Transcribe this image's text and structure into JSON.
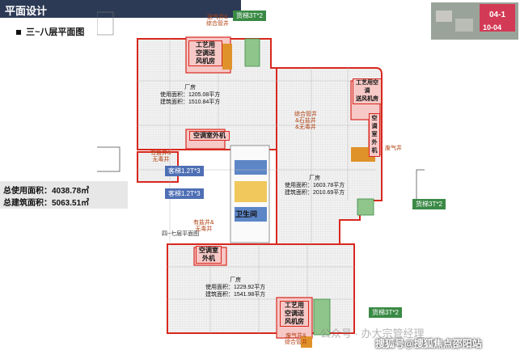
{
  "header": {
    "title": "平面设计"
  },
  "subtitle": "三~八层平面图",
  "thumbnail": {
    "label_top": "04-1",
    "label_bottom": "10-04"
  },
  "summary": {
    "total_use": "总使用面积：4038.78㎡",
    "total_build": "总建筑面积：5063.51㎡"
  },
  "elevators": {
    "freight_top": "货梯3T*2",
    "freight_right": "货梯3T*2",
    "freight_bottom": "货梯3T*2",
    "passenger_1": "客梯1.2T*3",
    "passenger_2": "客梯1.2T*3"
  },
  "rooms": {
    "north_west": {
      "name": "厂房",
      "use": "使用面积：1205.08平方",
      "build": "建筑面积：1510.84平方"
    },
    "east": {
      "name": "厂房",
      "use": "使用面积：1603.78平方",
      "build": "建筑面积：2010.69平方"
    },
    "south": {
      "name": "厂房",
      "use": "使用面积：1229.92平方",
      "build": "建筑面积：1541.98平方"
    }
  },
  "equipment": {
    "top_vent": "工艺用\n空调送\n风机房",
    "right_vent": "工艺用空调\n送风机房",
    "bottom_vent": "工艺用\n空调送\n风机房",
    "ac_outdoor_1": "空调室外机",
    "ac_outdoor_2": "空调室\n外机",
    "ac_outdoor_3": "空调室外机",
    "wc": "卫生间"
  },
  "notes": {
    "shaft_top": "送气井&\n综合管井",
    "shaft_right": "综合管井\n&石盐井\n&无毒井",
    "shaft_left": "有盐井&\n无毒井",
    "shaft_mid": "有盐井&\n无毒井",
    "exhaust_right": "废气井",
    "exhaust_bottom": "废气井&\n综合管井",
    "cut_note": "四~七层平面图"
  },
  "watermarks": {
    "brand": "搜狐号@搜狐焦点邵阳站",
    "faint": "公众号 · 办大宗管经理"
  },
  "colors": {
    "header": "#2d3a55",
    "outline": "#d8281e",
    "green": "#3a8a45",
    "blue": "#4f6fb5"
  }
}
